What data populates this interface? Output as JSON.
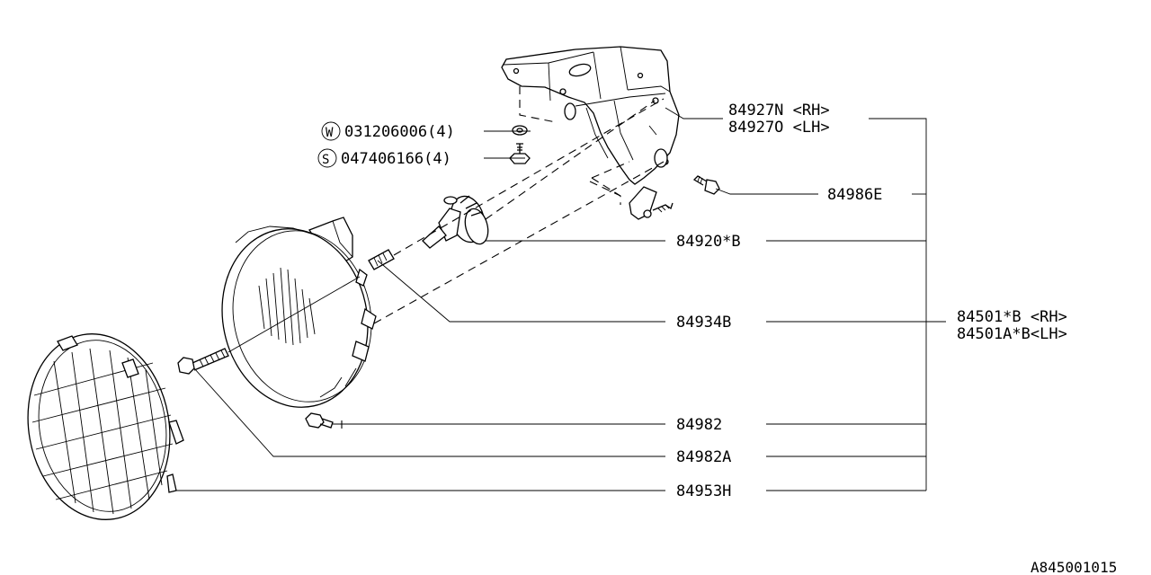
{
  "labels": {
    "bracket_rh": "84927N <RH>",
    "bracket_lh": "84927O <LH>",
    "washer": "031206006(4)",
    "washer_prefix": "W",
    "screw": "047406166(4)",
    "screw_prefix": "S",
    "bolt_84986e": "84986E",
    "bulb": "84920*B",
    "adjuster": "84934B",
    "fog_assembly_rh": "84501*B <RH>",
    "fog_assembly_lh": "84501A*B<LH>",
    "screw_84982": "84982",
    "bolt_84982a": "84982A",
    "grille": "84953H"
  },
  "diagram_id": "A845001015"
}
